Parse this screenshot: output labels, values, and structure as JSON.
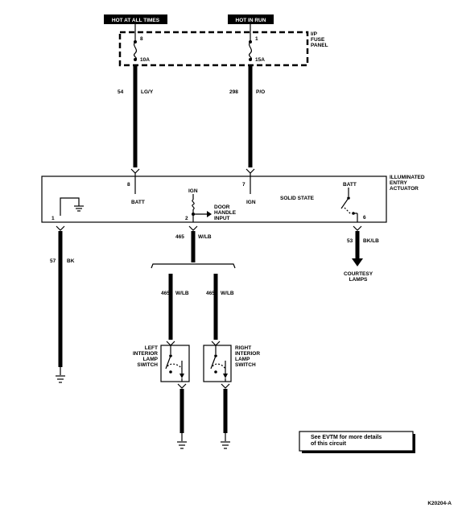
{
  "supplies": {
    "hot_at_all_times": "HOT AT ALL TIMES",
    "hot_in_run": "HOT IN RUN"
  },
  "fuse_panel": {
    "line1": "I/P",
    "line2": "FUSE",
    "line3": "PANEL",
    "fuse_left": {
      "cavity": "8",
      "rating": "10A"
    },
    "fuse_right": {
      "cavity": "1",
      "rating": "15A"
    }
  },
  "wires": {
    "batt_feed": {
      "circuit": "54",
      "color": "LG/Y"
    },
    "ign_feed": {
      "circuit": "298",
      "color": "P/O"
    },
    "ground": {
      "circuit": "57",
      "color": "BK"
    },
    "door_switch": {
      "circuit": "465",
      "color": "W/LB"
    },
    "left_branch": {
      "circuit": "465",
      "color": "W/LB"
    },
    "right_branch": {
      "circuit": "465",
      "color": "W/LB"
    },
    "courtesy": {
      "circuit": "53",
      "color": "BK/LB"
    }
  },
  "module": {
    "line1": "ILLUMINATED",
    "line2": "ENTRY",
    "line3": "ACTUATOR",
    "solid_state": "SOLID STATE",
    "pin_batt": {
      "number": "8",
      "label": "BATT"
    },
    "pin_ign": {
      "number": "7",
      "label": "IGN"
    },
    "pin_ground": {
      "number": "1"
    },
    "pin_door": {
      "number": "2",
      "label_ign": "IGN",
      "line1": "DOOR",
      "line2": "HANDLE",
      "line3": "INPUT"
    },
    "pin_courtesy": {
      "number": "6",
      "label": "BATT"
    }
  },
  "courtesy_lamps": {
    "line1": "COURTESY",
    "line2": "LAMPS"
  },
  "left_switch": {
    "line1": "LEFT",
    "line2": "INTERIOR",
    "line3": "LAMP",
    "line4": "SWITCH"
  },
  "right_switch": {
    "line1": "RIGHT",
    "line2": "INTERIOR",
    "line3": "LAMP",
    "line4": "SWITCH"
  },
  "note": {
    "line1": "See EVTM for more details",
    "line2": "of this circuit"
  },
  "figure_id": "K20204-A"
}
